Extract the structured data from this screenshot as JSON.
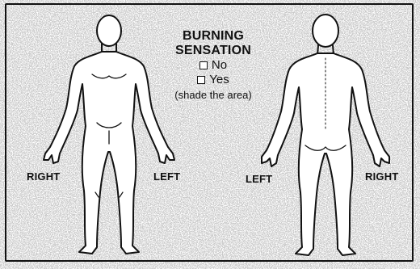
{
  "form": {
    "heading_line1": "BURNING",
    "heading_line2": "SENSATION",
    "options": [
      {
        "label": "No"
      },
      {
        "label": "Yes"
      }
    ],
    "instruction": "(shade the area)"
  },
  "labels": {
    "front_right": "RIGHT",
    "front_left": "LEFT",
    "back_left": "LEFT",
    "back_right": "RIGHT"
  },
  "colors": {
    "ink": "#111111",
    "paper": "#ffffff",
    "speckle": "#9a9a9a"
  }
}
